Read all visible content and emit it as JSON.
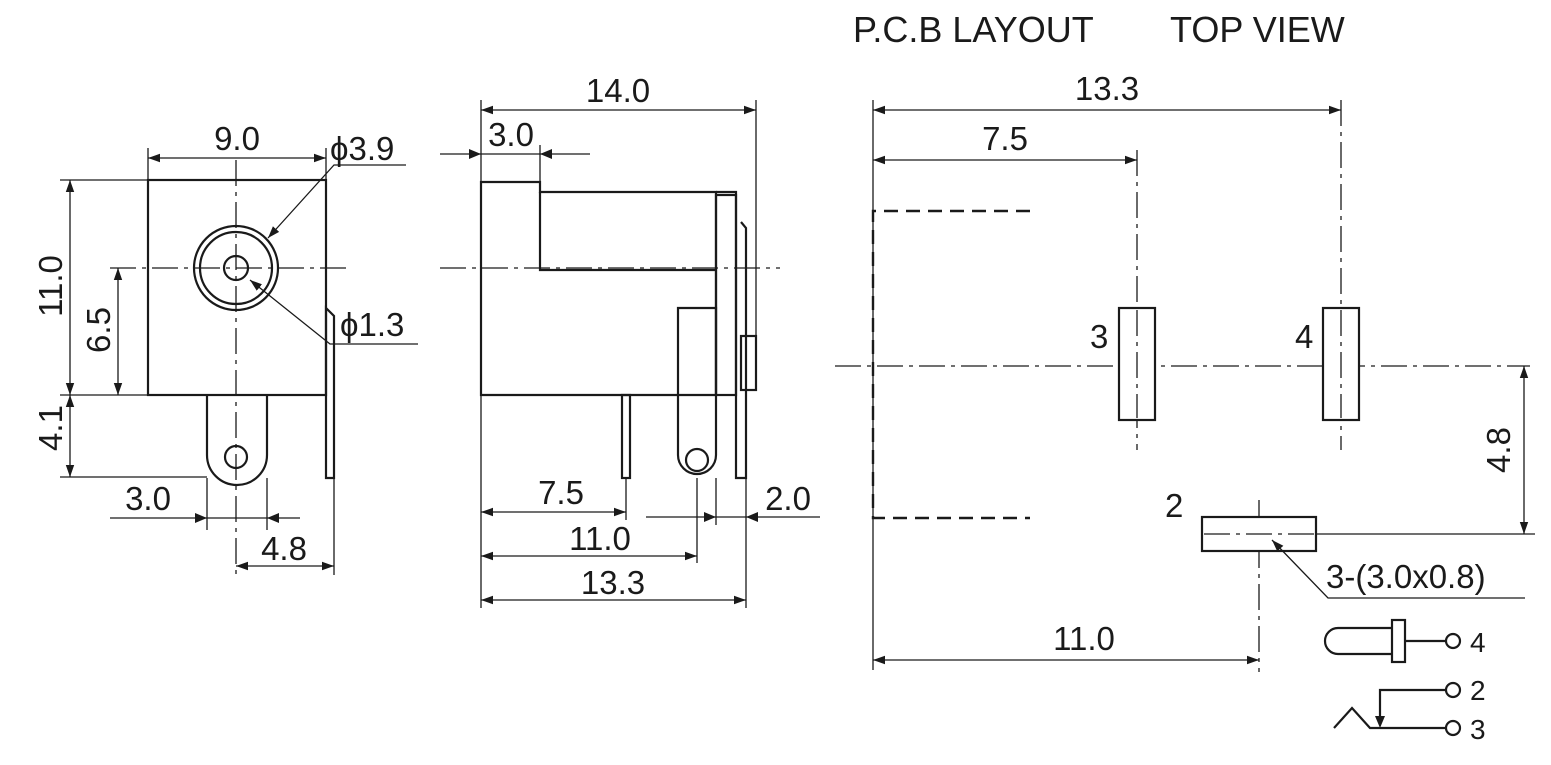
{
  "titles": {
    "pcb_layout": "P.C.B LAYOUT",
    "top_view": "TOP VIEW"
  },
  "front_view": {
    "width": "9.0",
    "outer_diameter": "ϕ3.9",
    "inner_diameter": "ϕ1.3",
    "height": "11.0",
    "center_height": "6.5",
    "pin_length": "4.1",
    "pin_offset": "3.0",
    "pin_spacing": "4.8"
  },
  "side_view": {
    "length": "14.0",
    "front_step": "3.0",
    "pin1_pos": "7.5",
    "pin2_pos": "11.0",
    "pin3_pos": "13.3",
    "pin_gap": "2.0"
  },
  "pcb": {
    "overall": "13.3",
    "pad3_pos": "7.5",
    "pad2_pos": "11.0",
    "pad_vertical": "4.8",
    "pad_size": "3-(3.0x0.8)",
    "pad_label_2": "2",
    "pad_label_3": "3",
    "pad_label_4": "4"
  },
  "schematic": {
    "pin_4": "4",
    "pin_2": "2",
    "pin_3": "3"
  }
}
